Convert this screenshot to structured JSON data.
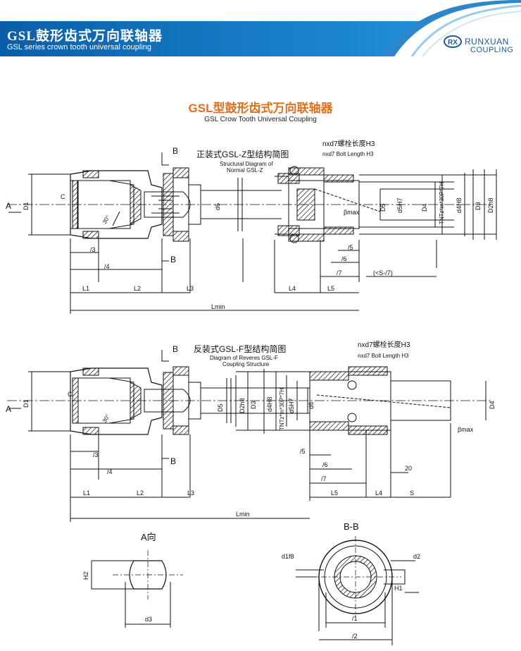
{
  "header": {
    "title": "GSL鼓形齿式万向联轴器",
    "subtitle": "GSL series crown tooth universal coupling",
    "brand_logo": "RX",
    "brand_name": "RUNXUAN",
    "brand_sub": "COUPLING"
  },
  "page": {
    "title_cn": "GSL型鼓形齿式万向联轴器",
    "title_en": "GSL Crow Tooth Universal Coupling"
  },
  "diagram_z": {
    "title_cn": "正装式GSL-Z型结构简图",
    "title_en1": "Structural Diagram of",
    "title_en2": "Normal GSL-Z",
    "bolt_cn": "nxd7螺栓长度H3",
    "bolt_en": "nxd7 Bolt Length H3",
    "labels": {
      "A": "A",
      "B_top": "B",
      "B_bot": "B",
      "D1": "D1",
      "C": "C",
      "angle": "30°",
      "l3": "/3",
      "l4": "/4",
      "L1": "L1",
      "L2": "L2",
      "L3": "L3",
      "L4": "L4",
      "L5": "L5",
      "Lmin": "Lmin",
      "d6": "d6",
      "D5": "D5",
      "d5H7": "d5H7",
      "D4": "D4",
      "TNT": "TNTz*m*30P*7H",
      "d4H8": "d4H8",
      "D3": "D3",
      "D2h8": "D2h8",
      "beta": "βmax",
      "l5": "/5",
      "l6": "/6",
      "l7": "/7",
      "S7": "(<S-/7)"
    }
  },
  "diagram_f": {
    "title_cn": "反装式GSL-F型结构简图",
    "title_en1": "Diagram of Reveres GSL-F",
    "title_en2": "Coupling Structure",
    "bolt_cn": "nxd7螺栓长度H3",
    "bolt_en": "nxd7 Bolt Length H3",
    "labels": {
      "A": "A",
      "B_top": "B",
      "B_bot": "B",
      "D1": "D1",
      "C": "C",
      "angle": "30°",
      "l3": "/3",
      "l4": "/4",
      "L1": "L1",
      "L2": "L2",
      "L3": "L3",
      "Lmin": "Lmin",
      "D5": "D5",
      "D2h8": "D2h8",
      "D3": "D3",
      "d4H8": "d4H8",
      "TNT": "TNTz*m*30P*7H",
      "d5H7": "d5H7",
      "d6": "d6",
      "D4": "D4",
      "beta": "βmax",
      "l5": "/5",
      "l6": "/6",
      "l7": "/7",
      "v20": "20",
      "L5": "L5",
      "L4": "L4",
      "S": "S"
    }
  },
  "view_a": {
    "title": "A向",
    "H2": "H2",
    "d3": "d3"
  },
  "view_bb": {
    "title": "B-B",
    "d1f8": "d1f8",
    "d2": "d2",
    "H1": "H1",
    "l1": "/1",
    "l2": "/2"
  }
}
